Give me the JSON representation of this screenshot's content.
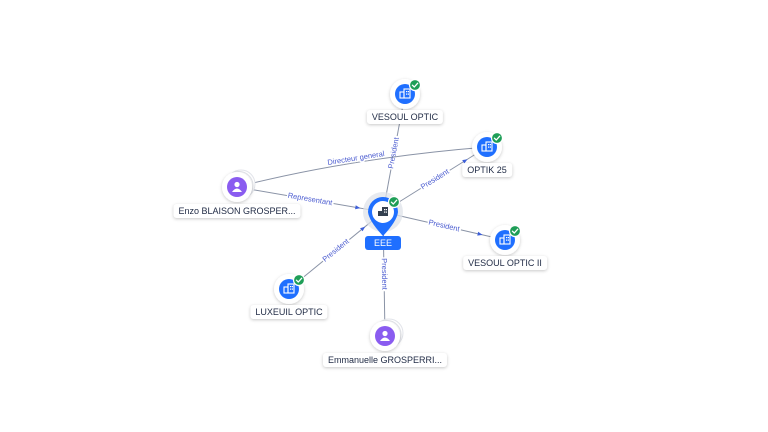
{
  "colors": {
    "company": "#1f6fff",
    "person": "#8a5cf0",
    "check": "#1e9e57",
    "edge": "#8a93a6",
    "edge_label": "#4a5bd0"
  },
  "icons": {
    "company": "building-icon",
    "person": "person-icon",
    "check": "check-badge-icon"
  },
  "center": {
    "label": "EEE"
  },
  "nodes": [
    {
      "id": "vesoul-optic",
      "label": "VESOUL OPTIC",
      "kind": "company",
      "verified": true
    },
    {
      "id": "optik-25",
      "label": "OPTIK 25",
      "kind": "company",
      "verified": true
    },
    {
      "id": "vesoul-optic-ii",
      "label": "VESOUL OPTIC II",
      "kind": "company",
      "verified": true
    },
    {
      "id": "luxeuil-optic",
      "label": "LUXEUIL OPTIC",
      "kind": "company",
      "verified": true
    },
    {
      "id": "enzo",
      "label": "Enzo BLAISON GROSPER...",
      "kind": "person",
      "verified": false
    },
    {
      "id": "emmanuelle",
      "label": "Emmanuelle GROSPERRI...",
      "kind": "person",
      "verified": false
    }
  ],
  "edges": [
    {
      "from": "center",
      "to": "vesoul-optic",
      "label": "President"
    },
    {
      "from": "center",
      "to": "optik-25",
      "label": "President"
    },
    {
      "from": "center",
      "to": "vesoul-optic-ii",
      "label": "President"
    },
    {
      "from": "luxeuil-optic",
      "to": "center",
      "label": "President"
    },
    {
      "from": "emmanuelle",
      "to": "center",
      "label": "President"
    },
    {
      "from": "enzo",
      "to": "center",
      "label": "Representant"
    },
    {
      "from": "enzo",
      "to": "optik-25",
      "label": "Directeur general"
    }
  ]
}
